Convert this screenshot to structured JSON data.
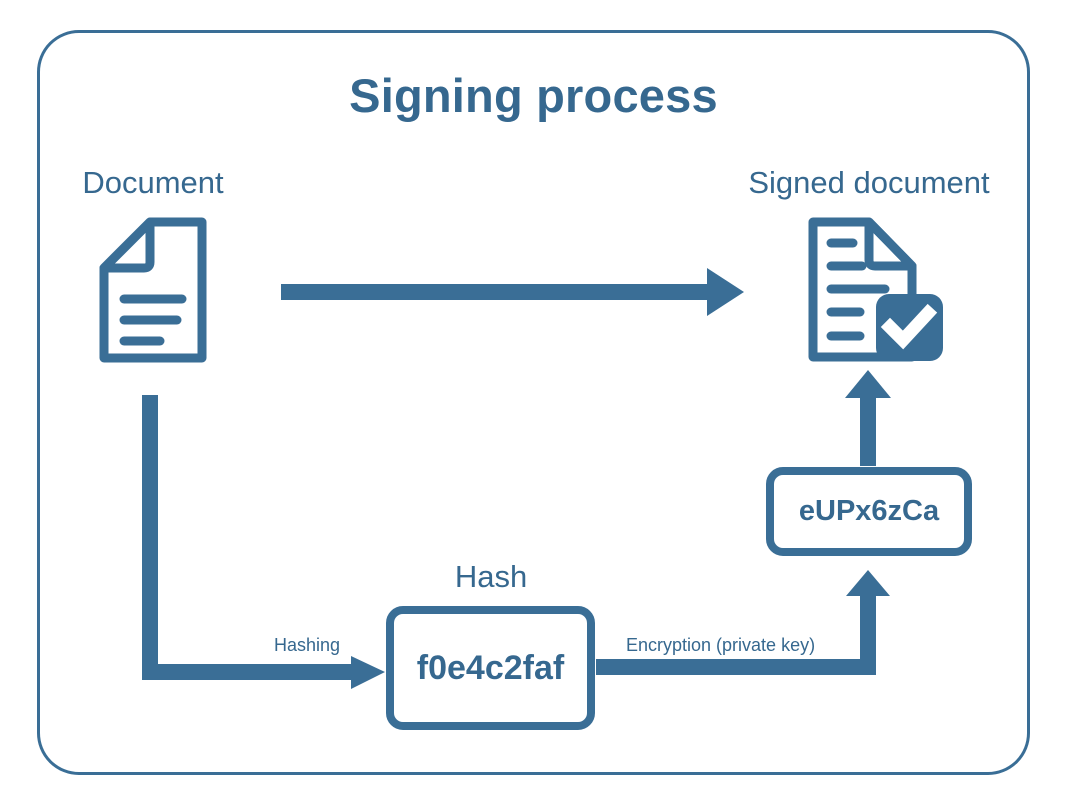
{
  "diagram": {
    "title": "Signing process",
    "accent_color": "#3a6e96",
    "title_color": "#36688f",
    "background_color": "#ffffff",
    "nodes": {
      "document": {
        "label": "Document",
        "icon": "document-icon"
      },
      "signed_document": {
        "label": "Signed document",
        "icon": "signed-document-icon"
      },
      "hash": {
        "label": "Hash",
        "value": "f0e4c2faf"
      },
      "signature": {
        "value": "eUPx6zCa"
      }
    },
    "edges": {
      "document_to_signed": {
        "label": ""
      },
      "document_to_hash": {
        "label": "Hashing"
      },
      "hash_to_signature": {
        "label": "Encryption (private key)"
      },
      "signature_to_signed": {
        "label": ""
      }
    }
  }
}
